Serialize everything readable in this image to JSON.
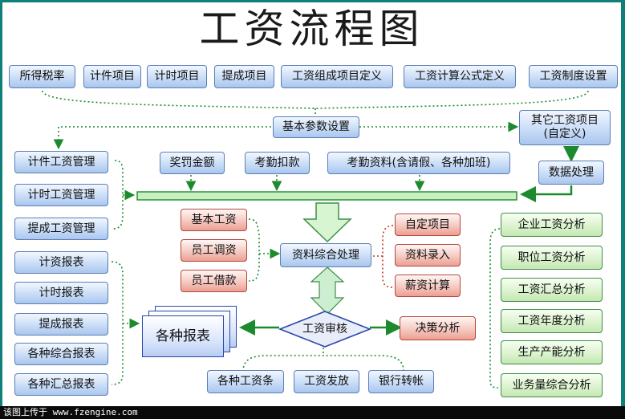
{
  "title": "工资流程图",
  "footer": "该图上传于 www.fzengine.com",
  "nodes": {
    "tax_rate": "所得税率",
    "piece_items": "计件项目",
    "time_items": "计时项目",
    "commission_items": "提成项目",
    "composition_def": "工资组成项目定义",
    "formula_def": "工资计算公式定义",
    "policy_setup": "工资制度设置",
    "base_params": "基本参数设置",
    "other_items_line1": "其它工资项目",
    "other_items_line2": "(自定义)",
    "data_processing": "数据处理",
    "reward_penalty": "奖罚金额",
    "attendance_deduction": "考勤扣款",
    "attendance_data": "考勤资料(含请假、各种加班)",
    "piece_mgmt": "计件工资管理",
    "time_mgmt": "计时工资管理",
    "commission_mgmt": "提成工资管理",
    "base_salary": "基本工资",
    "staff_adjust": "员工调资",
    "staff_loan": "员工借款",
    "data_integration": "资料综合处理",
    "custom_items": "自定项目",
    "data_entry": "资料录入",
    "salary_calc": "薪资计算",
    "piece_report": "计资报表",
    "time_report": "计时报表",
    "commission_report": "提成报表",
    "combined_report": "各种综合报表",
    "summary_report": "各种汇总报表",
    "all_reports": "各种报表",
    "salary_review": "工资审核",
    "decision_analysis": "决策分析",
    "payslips": "各种工资条",
    "payroll_release": "工资发放",
    "bank_transfer": "银行转帐",
    "enterprise_analysis": "企业工资分析",
    "position_analysis": "职位工资分析",
    "summary_analysis": "工资汇总分析",
    "annual_analysis": "工资年度分析",
    "capacity_analysis": "生产产能分析",
    "workload_analysis": "业务量综合分析"
  }
}
